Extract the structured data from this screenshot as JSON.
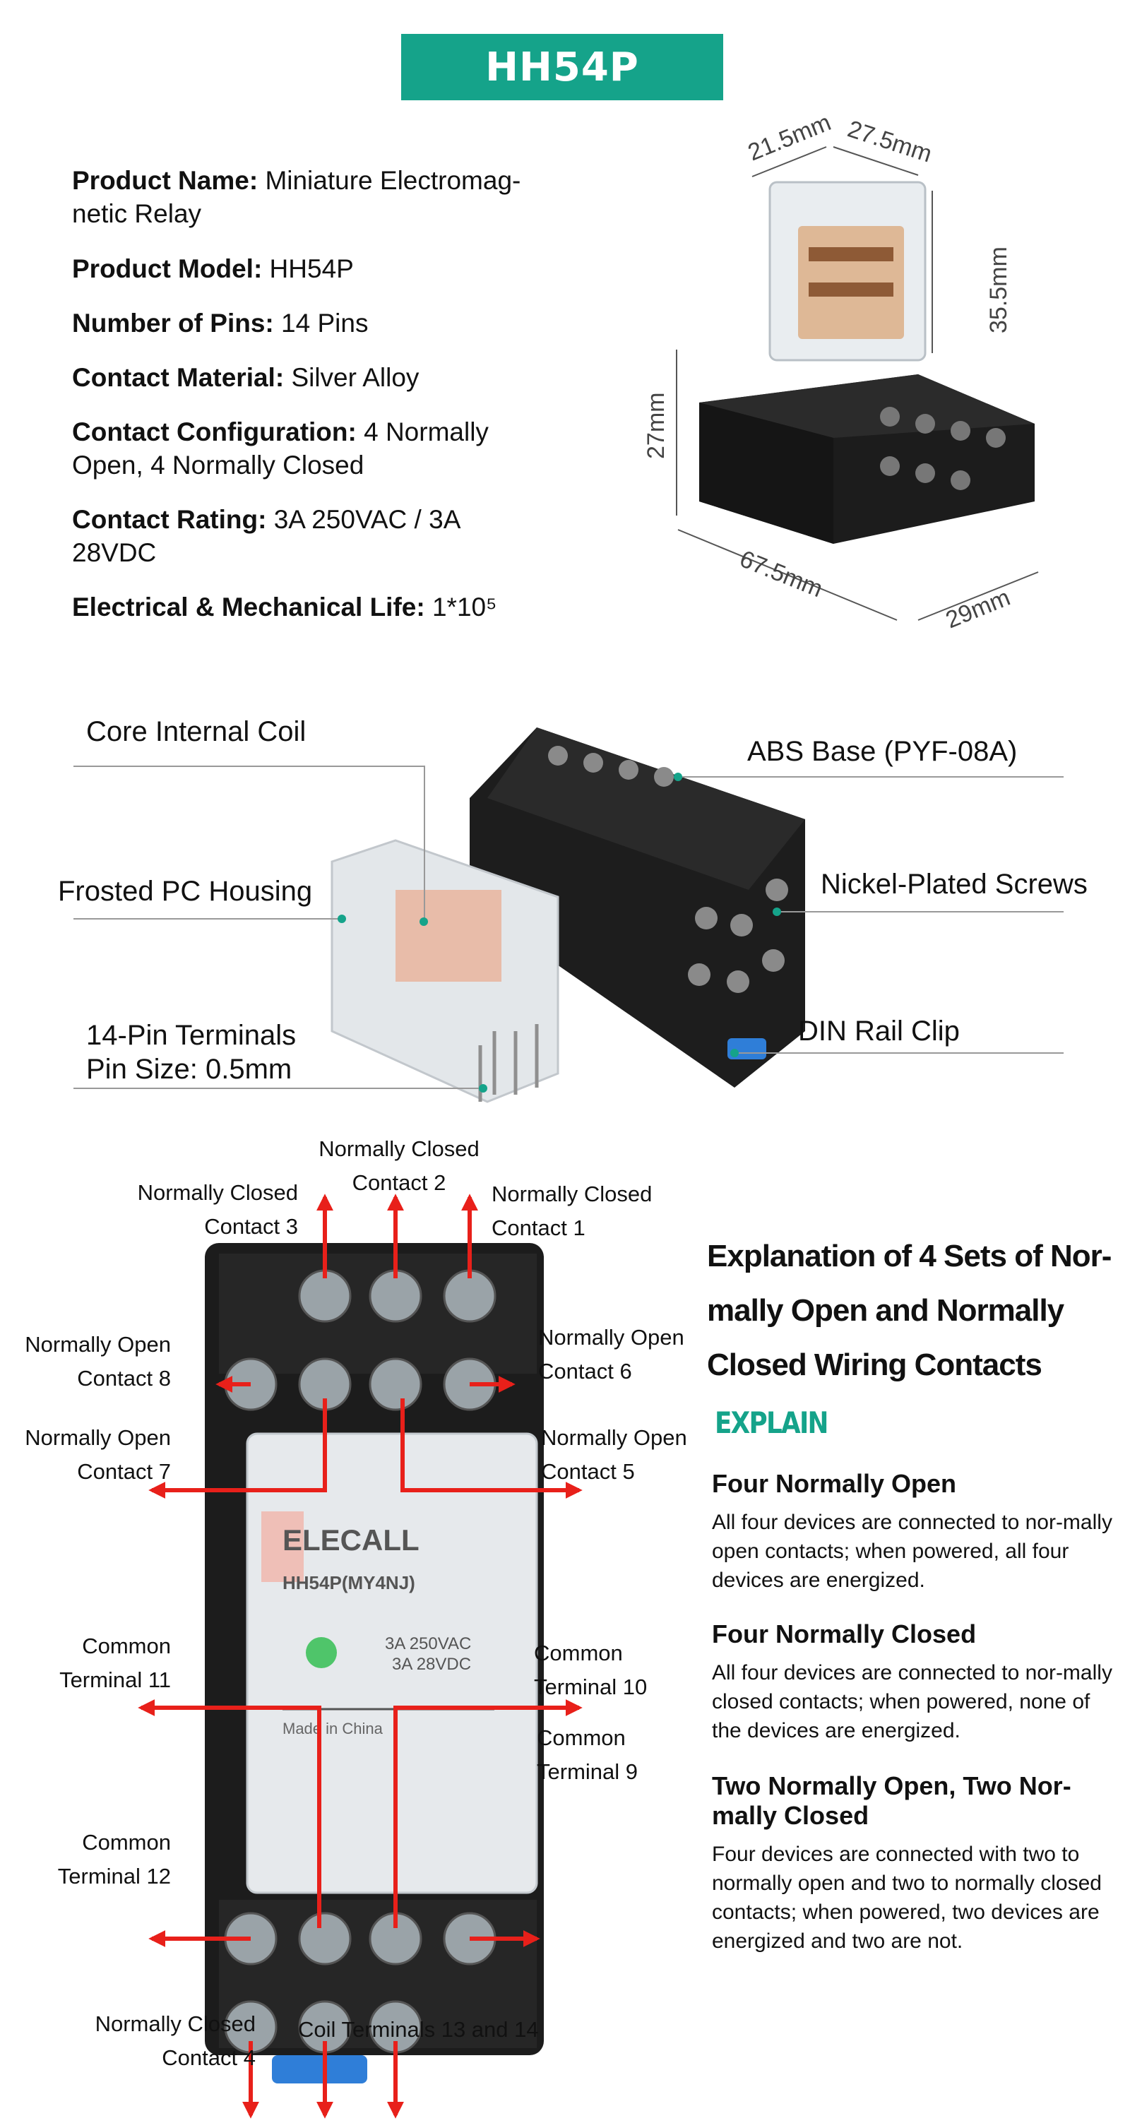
{
  "banner": {
    "title": "HH54P"
  },
  "specs": [
    {
      "label": "Product Name:",
      "value": "Miniature Electromag-netic Relay",
      "value_l1": "Miniature Electromag-",
      "value_l2": "netic Relay"
    },
    {
      "label": "Product Model:",
      "value": "HH54P"
    },
    {
      "label": "Number of Pins:",
      "value": "14 Pins"
    },
    {
      "label": "Contact Material:",
      "value": "Silver Alloy"
    },
    {
      "label": "Contact Configuration:",
      "value": "4 Normally Open, 4 Normally Closed",
      "value_l1": "4 Normally",
      "value_l2": "Open, 4 Normally Closed"
    },
    {
      "label": "Contact Rating:",
      "value": "3A 250VAC / 3A 28VDC",
      "value_l1": "3A 250VAC / 3A",
      "value_l2": "28VDC"
    },
    {
      "label": "Electrical & Mechanical Life:",
      "value": "1*10⁵"
    }
  ],
  "dimensions": {
    "d1": "21.5mm",
    "d2": "27.5mm",
    "d3": "35.5mm",
    "d4": "27mm",
    "d5": "67.5mm",
    "d6": "29mm"
  },
  "callouts": {
    "coil": "Core Internal Coil",
    "housing": "Frosted PC Housing",
    "pins_l1": "14-Pin Terminals",
    "pins_l2": "Pin Size: 0.5mm",
    "base": "ABS Base (PYF-08A)",
    "screws": "Nickel-Plated Screws",
    "clip": "DIN Rail Clip"
  },
  "relay_label": {
    "brand": "ELECALL",
    "model": "HH54P(MY4NJ)",
    "rating1": "3A 250VAC",
    "rating2": "3A 28VDC",
    "origin": "Made in China"
  },
  "contacts": {
    "nc2_l1": "Normally Closed",
    "nc2_l2": "Contact 2",
    "nc3_l1": "Normally Closed",
    "nc3_l2": "Contact 3",
    "nc1_l1": "Normally Closed",
    "nc1_l2": "Contact 1",
    "no8_l1": "Normally Open",
    "no8_l2": "Contact 8",
    "no6_l1": "Normally Open",
    "no6_l2": "Contact 6",
    "no7_l1": "Normally Open",
    "no7_l2": "Contact 7",
    "no5_l1": "Normally Open",
    "no5_l2": "Contact 5",
    "ct11_l1": "Common",
    "ct11_l2": "Terminal 11",
    "ct10_l1": "Common",
    "ct10_l2": "Terminal 10",
    "ct9_l1": "Common",
    "ct9_l2": "Terminal 9",
    "ct12_l1": "Common",
    "ct12_l2": "Terminal 12",
    "nc4_l1": "Normally Closed",
    "nc4_l2": "Contact 4",
    "coil": "Coil Terminals 13 and 14"
  },
  "explanation": {
    "title_l1": "Explanation of 4 Sets of Nor-",
    "title_l2": "mally Open and Normally",
    "title_l3": "Closed Wiring Contacts",
    "badge": "EXPLAIN",
    "items": [
      {
        "heading": "Four Normally Open",
        "body": "All four devices are connected to nor-mally open contacts; when powered, all four devices are energized."
      },
      {
        "heading": "Four Normally Closed",
        "body": "All four devices are connected to nor-mally closed contacts; when powered, none of the devices are energized."
      },
      {
        "heading": "Two Normally Open, Two Nor-mally Closed",
        "body": "Four devices are connected with two to normally open and two to normally closed contacts; when powered, two devices are energized and two are not."
      }
    ]
  },
  "colors": {
    "brand": "#15a38a",
    "arrow": "#e8201a",
    "relay_body": "#1c1c1c"
  }
}
